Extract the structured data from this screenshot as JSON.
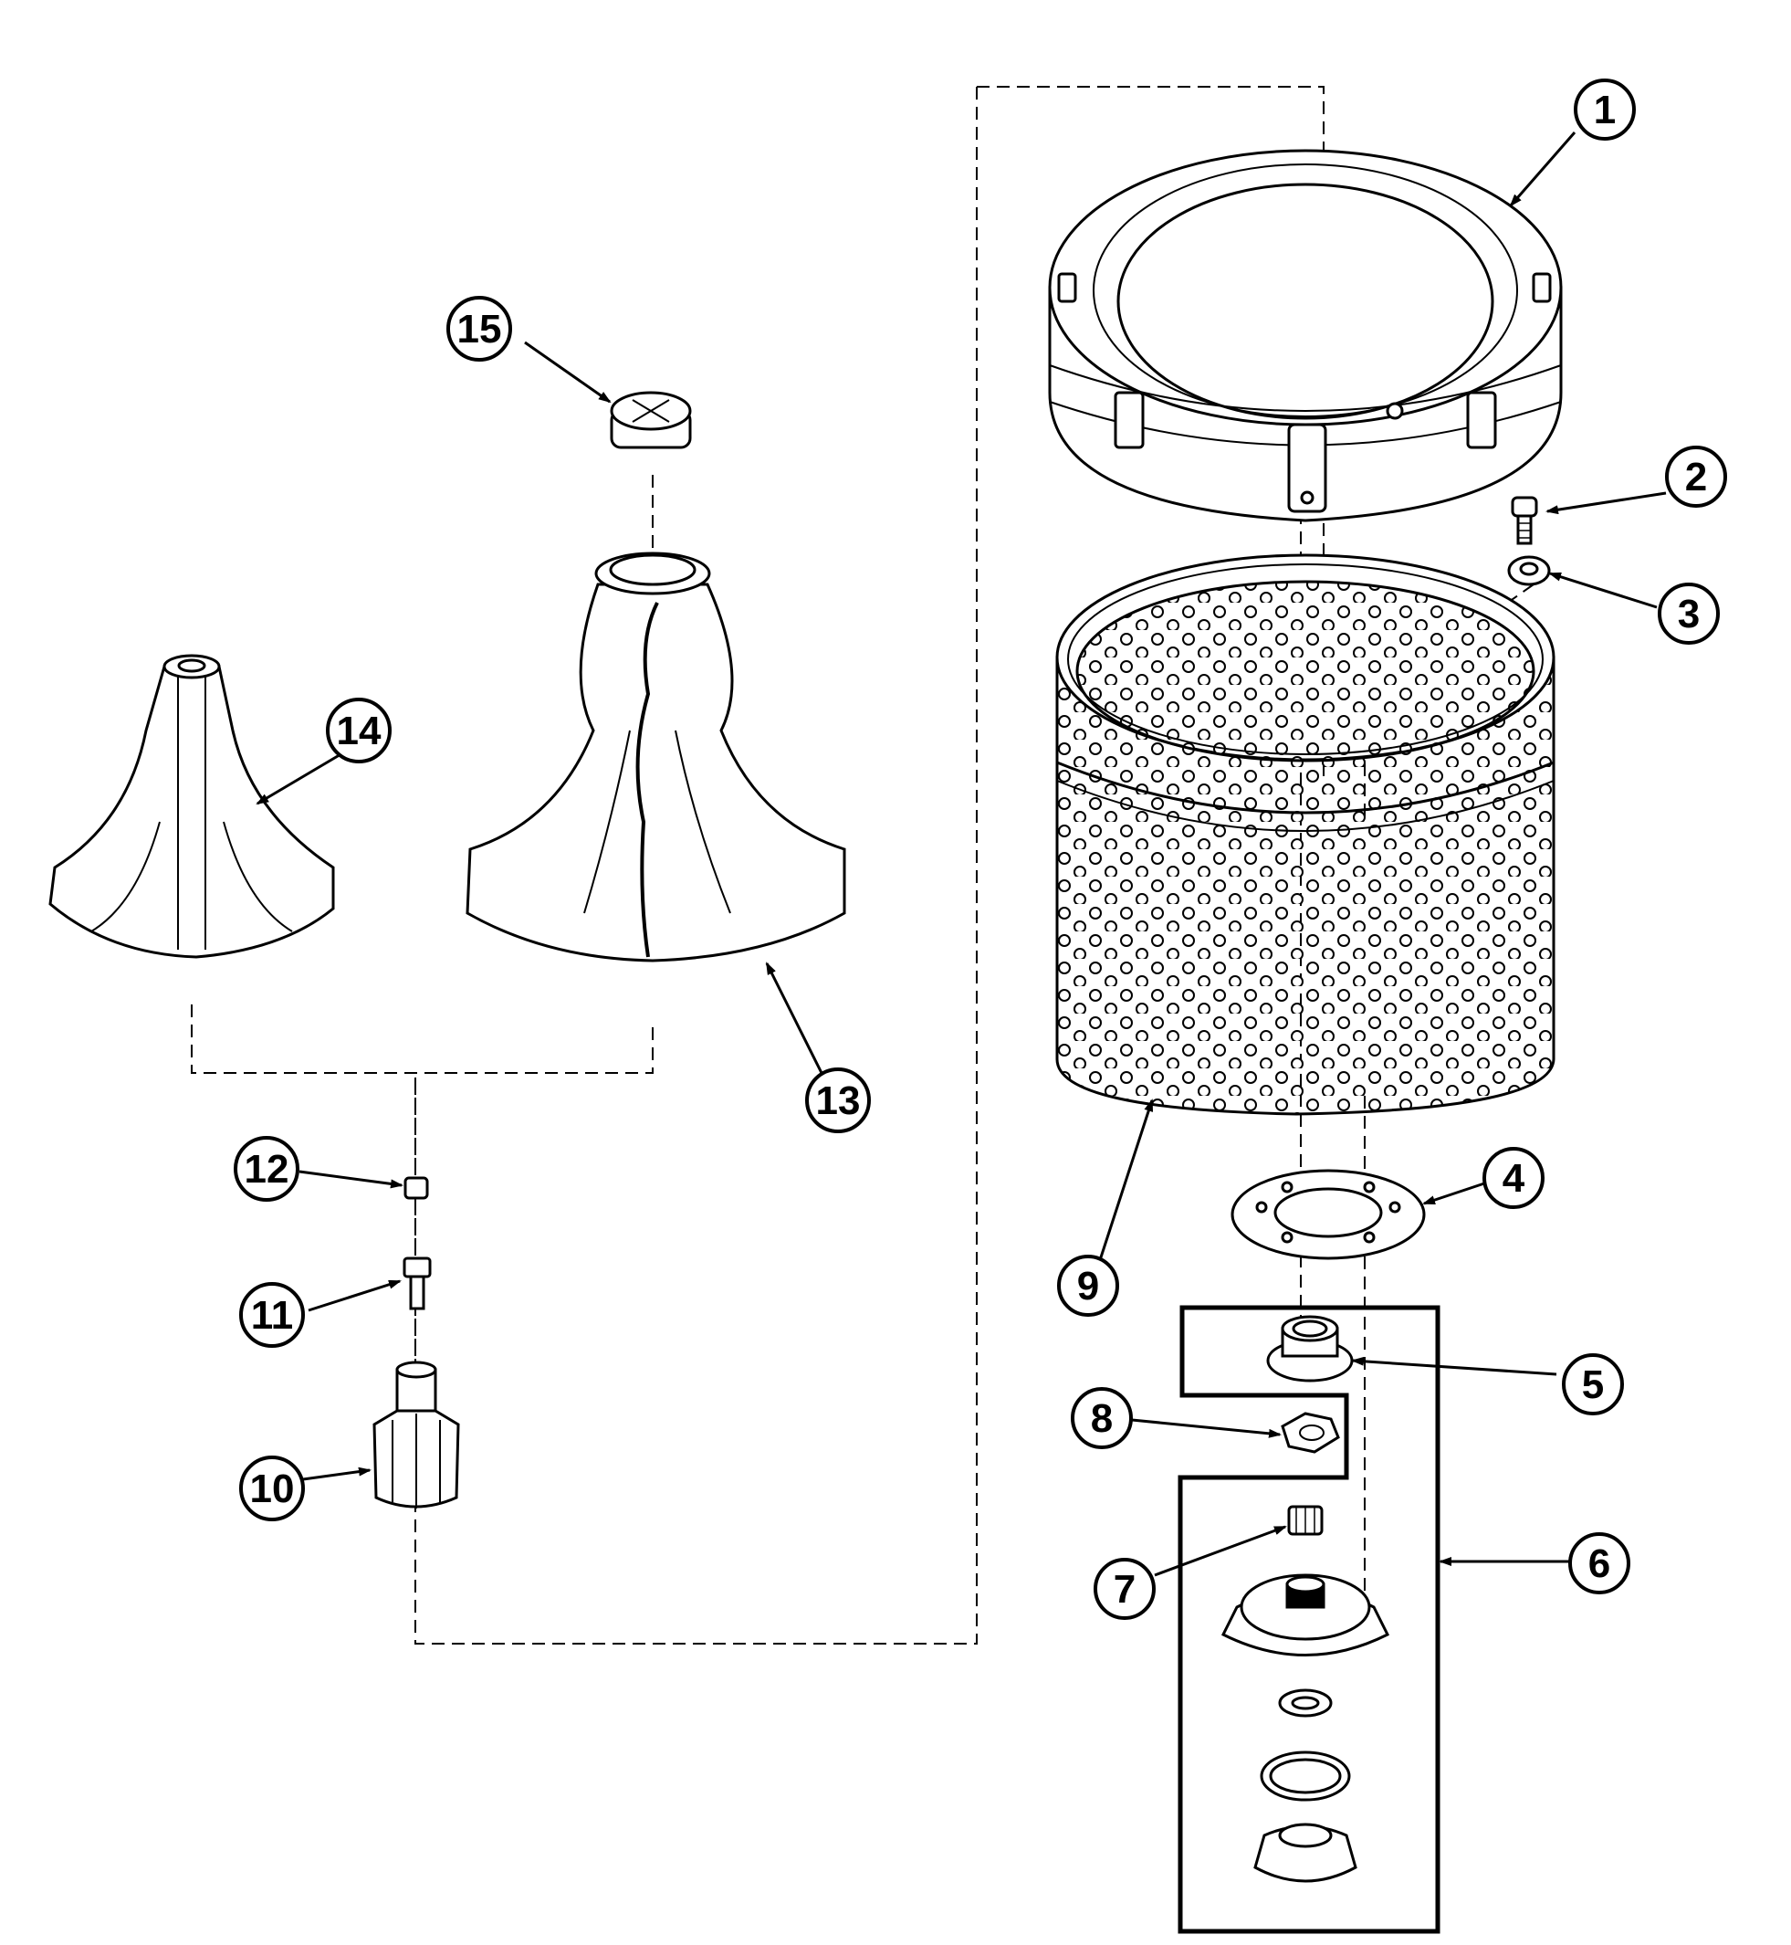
{
  "diagram": {
    "callouts": [
      {
        "number": "1",
        "name": "outer-tub-ring"
      },
      {
        "number": "2",
        "name": "screw"
      },
      {
        "number": "3",
        "name": "washer"
      },
      {
        "number": "4",
        "name": "gasket"
      },
      {
        "number": "5",
        "name": "bearing-seal"
      },
      {
        "number": "6",
        "name": "drive-hub-assembly"
      },
      {
        "number": "7",
        "name": "spline-insert"
      },
      {
        "number": "8",
        "name": "hex-nut"
      },
      {
        "number": "9",
        "name": "spin-basket"
      },
      {
        "number": "10",
        "name": "agitator-drive-block"
      },
      {
        "number": "11",
        "name": "bolt"
      },
      {
        "number": "12",
        "name": "nut-cap"
      },
      {
        "number": "13",
        "name": "agitator-large"
      },
      {
        "number": "14",
        "name": "agitator-small"
      },
      {
        "number": "15",
        "name": "agitator-cap"
      }
    ]
  }
}
